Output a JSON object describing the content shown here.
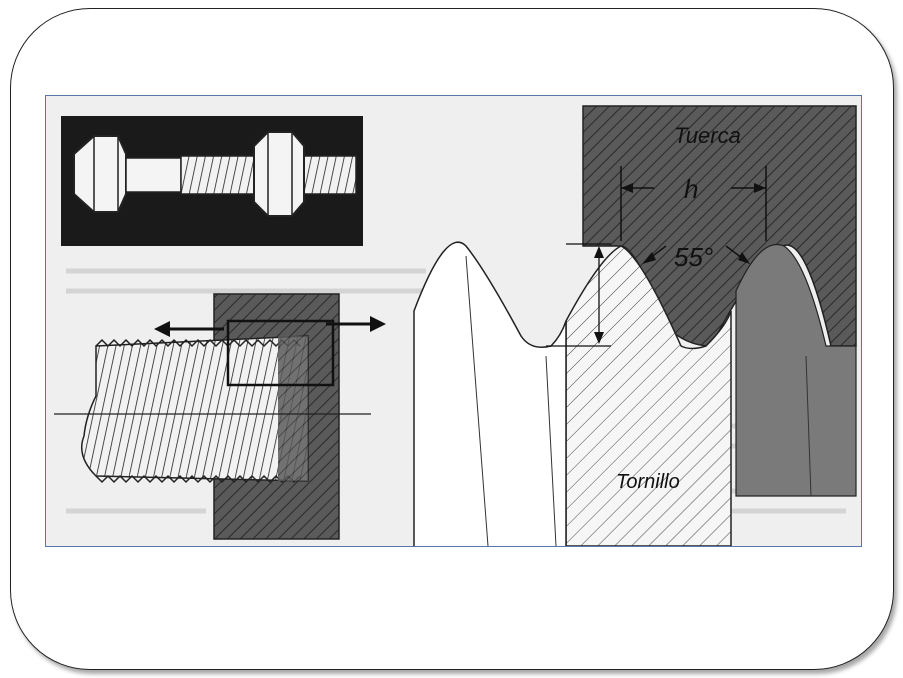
{
  "labels": {
    "nut": "Tuerca",
    "bolt": "Tornillo",
    "height": "h",
    "angle": "55°"
  },
  "colors": {
    "hatch_dark": "#5a5a5a",
    "ink": "#111111",
    "paper": "#efefef"
  }
}
